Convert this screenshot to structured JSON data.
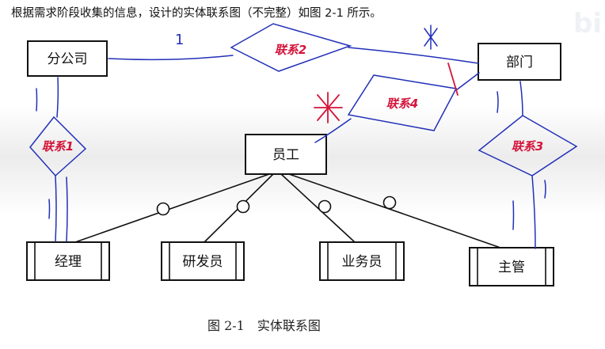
{
  "intro_text": "根据需求阶段收集的信息，设计的实体联系图（不完整）如图 2-1 所示。",
  "caption": "图 2-1　实体联系图",
  "watermark_text": "bi",
  "entities": {
    "branch": "分公司",
    "dept": "部门",
    "employee": "员工",
    "manager": "经理",
    "developer": "研发员",
    "salesperson": "业务员",
    "supervisor": "主管"
  },
  "relationships": {
    "r1": "联系1",
    "r2": "联系2",
    "r3": "联系3",
    "r4": "联系4"
  },
  "annotations": {
    "cardinality_one": "1",
    "cardinality_many": "*"
  },
  "colors": {
    "ink": "#111111",
    "handwriting_blue": "#2230b8",
    "handwriting_red": "#d4143a"
  }
}
